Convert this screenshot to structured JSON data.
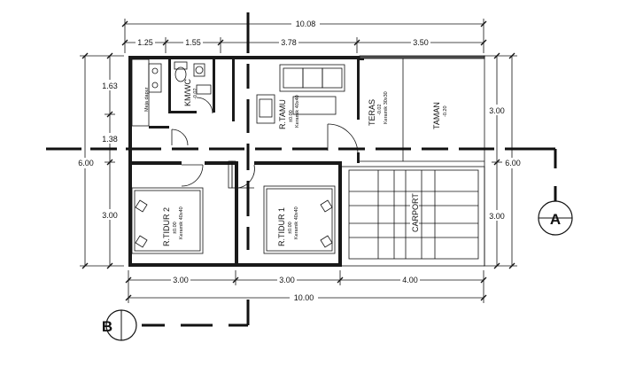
{
  "dimensions": {
    "top_total": "10.08",
    "top_segments": [
      "1.25",
      "1.55",
      "3.78",
      "3.50"
    ],
    "bottom_segments": [
      "3.00",
      "3.00",
      "4.00"
    ],
    "bottom_total": "10.00",
    "left_segments": [
      "1.63",
      "1.38",
      "3.00"
    ],
    "left_total": "6.00",
    "right_segments": [
      "3.00",
      "3.00"
    ],
    "right_total": "6.00"
  },
  "rooms": {
    "meja_dapur": "Meja dapur",
    "kmwc": "KM/WC",
    "kmwc_level": "-0.02",
    "r_tamu": "R.TAMU",
    "r_tamu_level": "±0.00",
    "r_tamu_floor": "Keramik 40x40",
    "teras": "TERAS",
    "teras_level": "-0.02",
    "teras_floor": "Keramik 30x30",
    "taman": "TAMAN",
    "taman_level": "-0.20",
    "r_tidur_2": "R.TIDUR 2",
    "r_tidur_2_level": "±0.00",
    "r_tidur_2_floor": "Keramik 40x40",
    "r_tidur_1": "R.TIDUR 1",
    "r_tidur_1_level": "±0.00",
    "r_tidur_1_floor": "Keramik 40x40",
    "carport": "CARPORT"
  },
  "section_markers": {
    "a": "A",
    "b": "B"
  }
}
